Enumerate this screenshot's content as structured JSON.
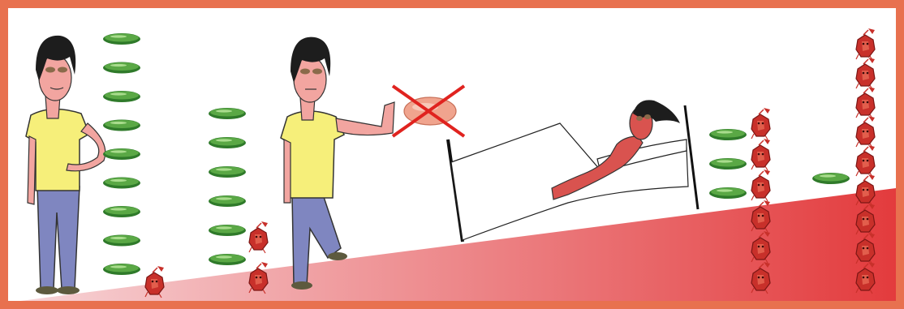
{
  "colors": {
    "frame": "#e8714f",
    "background": "#ffffff",
    "good_bacteria": "#5aa845",
    "good_bacteria_dark": "#2f7a2a",
    "bad_bacteria": "#c8302a",
    "gradient_start": "#f7d6d9",
    "gradient_end": "#e33b3d",
    "shirt": "#f6ef7a",
    "jeans": "#7f86c0",
    "skin": "#f2a5a0",
    "sick_skin": "#d9534f",
    "hair": "#1d1d1d",
    "cross": "#e0231f",
    "pill": "#f0a48e"
  },
  "panels": [
    {
      "state": "healthy",
      "good_bacteria": 9,
      "bad_bacteria": 1
    },
    {
      "state": "refusing-treatment",
      "good_bacteria": 6,
      "bad_bacteria": 2
    },
    {
      "state": "sick-in-bed",
      "good_bacteria": 3,
      "bad_bacteria": 6
    },
    {
      "state": "overrun",
      "good_bacteria": 1,
      "bad_bacteria": 9
    }
  ],
  "icons": {
    "good": "green-bacterium-icon",
    "bad": "red-bacterium-icon",
    "pill": "pill-icon",
    "cross": "cross-out-icon"
  }
}
